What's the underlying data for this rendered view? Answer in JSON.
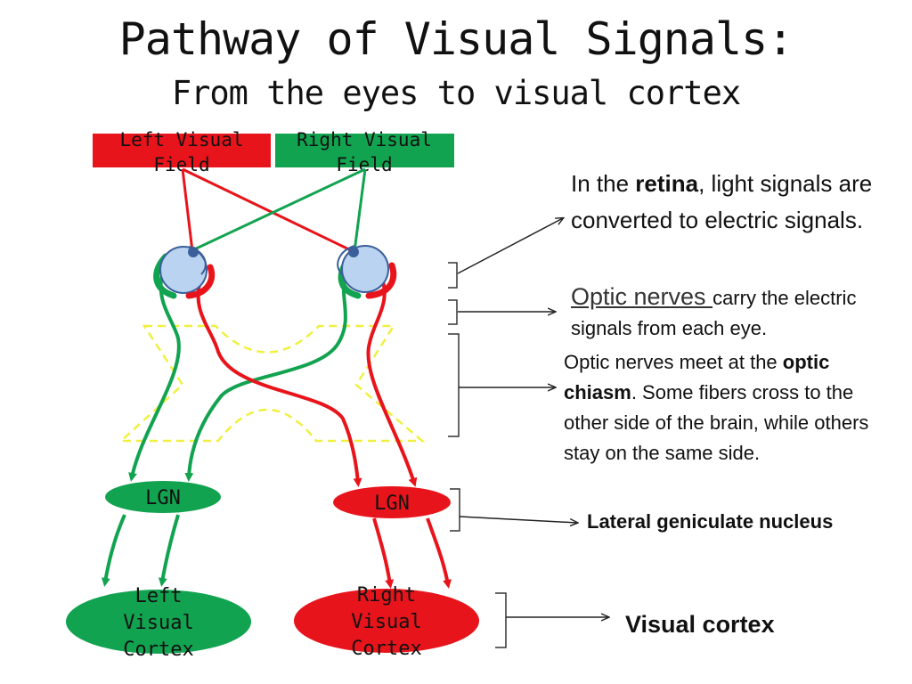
{
  "title": "Pathway of Visual Signals:",
  "subtitle": "From the eyes to visual cortex",
  "fields": {
    "left_line1": "Left Visual",
    "left_line2": "Field",
    "right_line1": "Right Visual",
    "right_line2": "Field"
  },
  "nuclei": {
    "left_label": "LGN",
    "right_label": "LGN"
  },
  "cortex": {
    "left_line1": "Left",
    "left_line2": "Visual",
    "left_line3": "Cortex",
    "right_line1": "Right",
    "right_line2": "Visual",
    "right_line3": "Cortex"
  },
  "notes": {
    "retina_pre": "In the ",
    "retina_bold": "retina",
    "retina_post": ", light signals are converted to electric signals.",
    "optic_nerves_link": "Optic nerves ",
    "optic_nerves_post": "carry the electric signals from each eye.",
    "chiasm_pre": "Optic nerves meet at the ",
    "chiasm_bold": "optic chiasm",
    "chiasm_post": ". Some fibers cross to the other side of the brain, while others stay on the same side.",
    "lgn_full": "Lateral geniculate nucleus",
    "cortex_label": "Visual cortex"
  },
  "colors": {
    "left_field": "#e8141b",
    "right_field": "#12a350",
    "chiasm_outline": "#f0f040",
    "eye": "#b9d3f0"
  }
}
